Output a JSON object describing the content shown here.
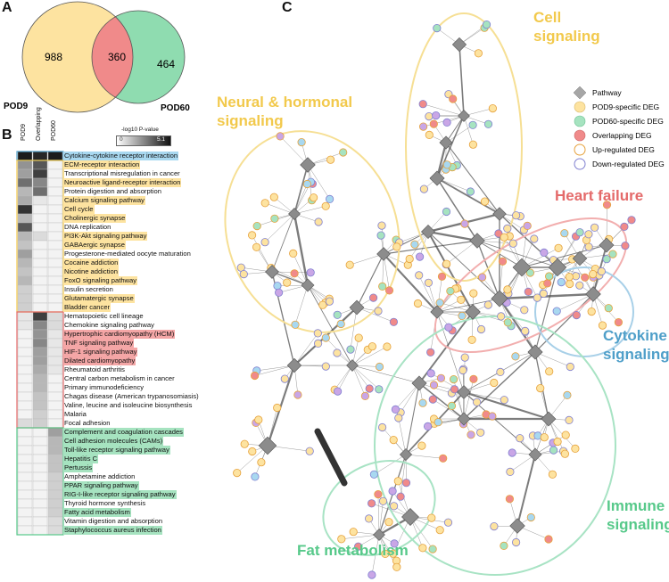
{
  "panels": {
    "a": "A",
    "b": "B",
    "c": "C"
  },
  "venn": {
    "left_label": "POD9",
    "right_label": "POD60",
    "left_only": "988",
    "overlap": "360",
    "right_only": "464",
    "colors": {
      "left": "#fde3a0",
      "right": "#8fdcb0",
      "overlap": "#f08a8a"
    }
  },
  "heatmap": {
    "columns": [
      "POD9",
      "Overlapping",
      "POD60"
    ],
    "scale_label": "-log10 P-value",
    "scale_min": "0",
    "scale_max": "5.1",
    "group_colors": {
      "cyan": "#a8d8f0",
      "yellow": "#fde3a0",
      "red": "#f4a6a6",
      "green": "#a6e3c0"
    },
    "rows": [
      {
        "label": "Cytokine-cytokine receptor interaction",
        "highlight": "cyan",
        "values": [
          0.95,
          0.9,
          0.95
        ]
      },
      {
        "label": "ECM-receptor interaction",
        "highlight": "yellow",
        "values": [
          0.45,
          0.7,
          0.05
        ]
      },
      {
        "label": "Transcriptional misregulation in cancer",
        "highlight": "none",
        "values": [
          0.4,
          0.8,
          0.05
        ]
      },
      {
        "label": "Neuroactive ligand-receptor interaction",
        "highlight": "yellow",
        "values": [
          0.6,
          0.5,
          0.05
        ]
      },
      {
        "label": "Protein digestion and absorption",
        "highlight": "none",
        "values": [
          0.3,
          0.6,
          0.05
        ]
      },
      {
        "label": "Calcium signaling pathway",
        "highlight": "yellow",
        "values": [
          0.35,
          0.1,
          0.05
        ]
      },
      {
        "label": "Cell cycle",
        "highlight": "yellow",
        "values": [
          0.85,
          0.05,
          0.05
        ]
      },
      {
        "label": "Cholinergic synapse",
        "highlight": "yellow",
        "values": [
          0.3,
          0.05,
          0.05
        ]
      },
      {
        "label": "DNA replication",
        "highlight": "none",
        "values": [
          0.7,
          0.05,
          0.05
        ]
      },
      {
        "label": "PI3K-Akt signaling pathway",
        "highlight": "yellow",
        "values": [
          0.3,
          0.15,
          0.05
        ]
      },
      {
        "label": "GABAergic synapse",
        "highlight": "yellow",
        "values": [
          0.25,
          0.05,
          0.05
        ]
      },
      {
        "label": "Progesterone-mediated oocyte maturation",
        "highlight": "none",
        "values": [
          0.4,
          0.05,
          0.05
        ]
      },
      {
        "label": "Cocaine addiction",
        "highlight": "yellow",
        "values": [
          0.3,
          0.05,
          0.05
        ]
      },
      {
        "label": "Nicotine addiction",
        "highlight": "yellow",
        "values": [
          0.25,
          0.05,
          0.05
        ]
      },
      {
        "label": "FoxO signaling pathway",
        "highlight": "yellow",
        "values": [
          0.3,
          0.05,
          0.05
        ]
      },
      {
        "label": "Insulin secretion",
        "highlight": "none",
        "values": [
          0.2,
          0.05,
          0.05
        ]
      },
      {
        "label": "Glutamatergic synapse",
        "highlight": "yellow",
        "values": [
          0.2,
          0.05,
          0.05
        ]
      },
      {
        "label": "Bladder cancer",
        "highlight": "yellow",
        "values": [
          0.2,
          0.05,
          0.05
        ]
      },
      {
        "label": "Hematopoietic cell lineage",
        "highlight": "none",
        "values": [
          0.1,
          0.8,
          0.15
        ]
      },
      {
        "label": "Chemokine signaling pathway",
        "highlight": "none",
        "values": [
          0.1,
          0.5,
          0.15
        ]
      },
      {
        "label": "Hypertrophic cardiomyopathy (HCM)",
        "highlight": "red",
        "values": [
          0.05,
          0.45,
          0.1
        ]
      },
      {
        "label": "TNF signaling pathway",
        "highlight": "red",
        "values": [
          0.05,
          0.5,
          0.1
        ]
      },
      {
        "label": "HIF-1 signaling pathway",
        "highlight": "red",
        "values": [
          0.05,
          0.4,
          0.1
        ]
      },
      {
        "label": "Dilated cardiomyopathy",
        "highlight": "red",
        "values": [
          0.05,
          0.4,
          0.1
        ]
      },
      {
        "label": "Rheumatoid arthritis",
        "highlight": "none",
        "values": [
          0.05,
          0.35,
          0.1
        ]
      },
      {
        "label": "Central carbon metabolism in cancer",
        "highlight": "none",
        "values": [
          0.05,
          0.3,
          0.05
        ]
      },
      {
        "label": "Primary immunodeficiency",
        "highlight": "none",
        "values": [
          0.05,
          0.3,
          0.05
        ]
      },
      {
        "label": "Chagas disease (American trypanosomiasis)",
        "highlight": "none",
        "values": [
          0.05,
          0.25,
          0.05
        ]
      },
      {
        "label": "Valine, leucine and isoleucine biosynthesis",
        "highlight": "none",
        "values": [
          0.05,
          0.25,
          0.05
        ]
      },
      {
        "label": "Malaria",
        "highlight": "none",
        "values": [
          0.05,
          0.2,
          0.05
        ]
      },
      {
        "label": "Focal adhesion",
        "highlight": "none",
        "values": [
          0.15,
          0.2,
          0.05
        ]
      },
      {
        "label": "Complement and coagulation cascades",
        "highlight": "green",
        "values": [
          0.05,
          0.05,
          0.4
        ]
      },
      {
        "label": "Cell adhesion molecules (CAMs)",
        "highlight": "green",
        "values": [
          0.05,
          0.05,
          0.3
        ]
      },
      {
        "label": "Toll-like receptor signaling pathway",
        "highlight": "green",
        "values": [
          0.05,
          0.05,
          0.3
        ]
      },
      {
        "label": "Hepatitis C",
        "highlight": "green",
        "values": [
          0.05,
          0.05,
          0.25
        ]
      },
      {
        "label": "Pertussis",
        "highlight": "green",
        "values": [
          0.05,
          0.05,
          0.25
        ]
      },
      {
        "label": "Amphetamine addiction",
        "highlight": "none",
        "values": [
          0.05,
          0.05,
          0.2
        ]
      },
      {
        "label": "PPAR signaling pathway",
        "highlight": "green",
        "values": [
          0.05,
          0.05,
          0.2
        ]
      },
      {
        "label": "RIG-I-like receptor signaling pathway",
        "highlight": "green",
        "values": [
          0.05,
          0.05,
          0.2
        ]
      },
      {
        "label": "Thyroid hormone synthesis",
        "highlight": "none",
        "values": [
          0.05,
          0.05,
          0.2
        ]
      },
      {
        "label": "Fatty acid metabolism",
        "highlight": "green",
        "values": [
          0.05,
          0.05,
          0.2
        ]
      },
      {
        "label": "Vitamin digestion and absorption",
        "highlight": "none",
        "values": [
          0.05,
          0.05,
          0.15
        ]
      },
      {
        "label": "Staphylococcus aureus infection",
        "highlight": "green",
        "values": [
          0.05,
          0.05,
          0.15
        ]
      }
    ]
  },
  "network": {
    "legend": [
      {
        "label": "Pathway",
        "shape": "diamond",
        "color": "#a6a6a6"
      },
      {
        "label": "POD9-specific DEG",
        "shape": "circle",
        "color": "#fde3a0"
      },
      {
        "label": "POD60-specific DEG",
        "shape": "circle",
        "color": "#a6e3c0"
      },
      {
        "label": "Overlapping DEG",
        "shape": "circle",
        "color": "#f08a8a"
      },
      {
        "label": "Up-regulated DEG",
        "shape": "ring",
        "color": "#e6a13b"
      },
      {
        "label": "Down-regulated DEG",
        "shape": "ring",
        "color": "#8080d0"
      }
    ],
    "clusters": [
      {
        "label": "Cell signaling",
        "line1": "Cell",
        "line2": "signaling",
        "color": "#f2c94c"
      },
      {
        "label": "Neural & hormonal signaling",
        "line1": "Neural & hormonal",
        "line2": "signaling",
        "color": "#f2c94c"
      },
      {
        "label": "Heart failure",
        "line1": "Heart failure",
        "line2": "",
        "color": "#e46a6a"
      },
      {
        "label": "Cytokine signaling",
        "line1": "Cytokine",
        "line2": "signaling",
        "color": "#4f9fc9"
      },
      {
        "label": "Immune signaling",
        "line1": "Immune",
        "line2": "signaling",
        "color": "#57c98a"
      },
      {
        "label": "Fat metabolism",
        "line1": "Fat metabolism",
        "line2": "",
        "color": "#57c98a"
      }
    ]
  }
}
